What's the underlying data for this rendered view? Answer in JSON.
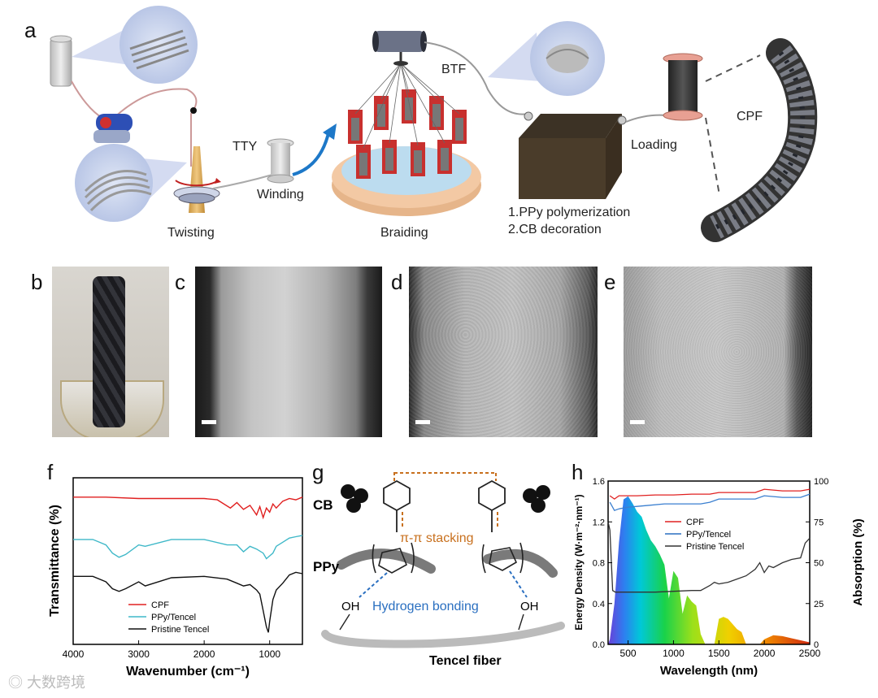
{
  "panel_labels": {
    "a": "a",
    "b": "b",
    "c": "c",
    "d": "d",
    "e": "e",
    "f": "f",
    "g": "g",
    "h": "h"
  },
  "panel_a": {
    "tty": "TTY",
    "winding": "Winding",
    "twisting": "Twisting",
    "braiding": "Braiding",
    "btf": "BTF",
    "loading": "Loading",
    "cpf": "CPF",
    "step1": "1.PPy polymerization",
    "step2": "2.CB decoration"
  },
  "panel_g": {
    "cb": "CB",
    "ppy": "PPy",
    "stacking": "π-π stacking",
    "hbond": "Hydrogen bonding",
    "oh1": "OH",
    "oh2": "OH",
    "fiber": "Tencel fiber"
  },
  "watermark": "大数跨境",
  "colors": {
    "cpf": "#e02020",
    "ppy_tencel": "#3fb8c8",
    "pristine": "#111111",
    "stack": "#c8701e",
    "hbond": "#2a6fc0"
  },
  "chart_data": [
    {
      "type": "line",
      "panel": "f",
      "xlabel": "Wavenumber (cm⁻¹)",
      "ylabel": "Transmittance (%)",
      "xlim": [
        4000,
        500
      ],
      "x_ticks": [
        "4000",
        "3000",
        "2000",
        "1000"
      ],
      "legend": [
        "CPF",
        "PPy/Tencel",
        "Pristine Tencel"
      ],
      "legend_position": "bottom-left",
      "series": [
        {
          "name": "CPF",
          "x": [
            4000,
            3500,
            3000,
            2500,
            2000,
            1800,
            1600,
            1500,
            1400,
            1300,
            1200,
            1150,
            1100,
            1050,
            1000,
            950,
            900,
            800,
            700,
            600,
            500
          ],
          "y": [
            0.93,
            0.93,
            0.92,
            0.92,
            0.92,
            0.91,
            0.85,
            0.89,
            0.84,
            0.87,
            0.8,
            0.86,
            0.78,
            0.85,
            0.82,
            0.88,
            0.85,
            0.9,
            0.92,
            0.91,
            0.93
          ]
        },
        {
          "name": "PPy/Tencel",
          "x": [
            4000,
            3700,
            3500,
            3400,
            3300,
            3200,
            3000,
            2900,
            2500,
            2000,
            1650,
            1500,
            1400,
            1300,
            1200,
            1100,
            1050,
            1000,
            950,
            900,
            800,
            700,
            600,
            500
          ],
          "y": [
            0.62,
            0.62,
            0.58,
            0.52,
            0.49,
            0.51,
            0.58,
            0.57,
            0.62,
            0.62,
            0.58,
            0.58,
            0.53,
            0.57,
            0.55,
            0.52,
            0.48,
            0.5,
            0.52,
            0.57,
            0.6,
            0.63,
            0.64,
            0.65
          ]
        },
        {
          "name": "Pristine Tencel",
          "x": [
            4000,
            3700,
            3500,
            3400,
            3300,
            3200,
            3000,
            2900,
            2500,
            2000,
            1650,
            1500,
            1400,
            1300,
            1200,
            1150,
            1100,
            1050,
            1020,
            1000,
            950,
            900,
            800,
            700,
            600,
            500
          ],
          "y": [
            0.35,
            0.35,
            0.31,
            0.26,
            0.24,
            0.26,
            0.31,
            0.28,
            0.34,
            0.35,
            0.33,
            0.3,
            0.28,
            0.29,
            0.25,
            0.22,
            0.1,
            -0.02,
            -0.06,
            0.02,
            0.18,
            0.25,
            0.3,
            0.36,
            0.38,
            0.37
          ]
        }
      ]
    },
    {
      "type": "area",
      "panel": "h",
      "xlabel": "Wavelength (nm)",
      "ylabel": "Energy Density (W·m⁻²·nm⁻¹)",
      "y2label": "Absorption (%)",
      "xlim": [
        280,
        2500
      ],
      "ylim": [
        0,
        1.6
      ],
      "y2lim": [
        0,
        100
      ],
      "x_ticks": [
        "500",
        "1000",
        "1500",
        "2000",
        "2500"
      ],
      "y_ticks": [
        "0.0",
        "0.4",
        "0.8",
        "1.2",
        "1.6"
      ],
      "y2_ticks": [
        "0",
        "25",
        "50",
        "75",
        "100"
      ],
      "legend": [
        "CPF",
        "PPy/Tencel",
        "Pristine Tencel"
      ],
      "legend_position": "center",
      "spectrum": {
        "x": [
          280,
          300,
          350,
          400,
          450,
          500,
          550,
          600,
          650,
          700,
          750,
          800,
          850,
          900,
          950,
          1000,
          1050,
          1100,
          1150,
          1200,
          1250,
          1300,
          1350,
          1400,
          1450,
          1500,
          1550,
          1600,
          1650,
          1700,
          1750,
          1800,
          1850,
          1900,
          1950,
          2000,
          2100,
          2200,
          2300,
          2400,
          2500
        ],
        "y": [
          0.0,
          0.05,
          0.4,
          1.0,
          1.42,
          1.45,
          1.38,
          1.3,
          1.25,
          1.12,
          1.02,
          0.96,
          0.88,
          0.78,
          0.45,
          0.72,
          0.65,
          0.3,
          0.48,
          0.42,
          0.38,
          0.1,
          0.0,
          0.0,
          0.0,
          0.25,
          0.27,
          0.25,
          0.2,
          0.15,
          0.12,
          0.0,
          0.0,
          0.0,
          0.0,
          0.05,
          0.09,
          0.08,
          0.06,
          0.04,
          0.02
        ]
      },
      "series": [
        {
          "name": "CPF",
          "x": [
            300,
            350,
            400,
            600,
            800,
            1000,
            1200,
            1400,
            1500,
            1700,
            1800,
            1900,
            2000,
            2200,
            2400,
            2500
          ],
          "y": [
            91,
            89,
            91,
            91,
            91.5,
            91.5,
            92,
            92,
            93,
            93,
            93,
            93,
            95,
            94,
            94,
            95
          ]
        },
        {
          "name": "PPy/Tencel",
          "x": [
            300,
            350,
            400,
            500,
            700,
            900,
            1100,
            1300,
            1400,
            1500,
            1700,
            1900,
            2000,
            2200,
            2400,
            2500
          ],
          "y": [
            87,
            82,
            83,
            84,
            85,
            86,
            86,
            86,
            87,
            89,
            89,
            89,
            91,
            90,
            90,
            92
          ]
        },
        {
          "name": "Pristine Tencel",
          "x": [
            280,
            300,
            330,
            360,
            400,
            600,
            800,
            1000,
            1200,
            1300,
            1400,
            1450,
            1500,
            1600,
            1700,
            1800,
            1900,
            1950,
            2000,
            2050,
            2100,
            2200,
            2300,
            2400,
            2450,
            2500
          ],
          "y": [
            75,
            70,
            33,
            32,
            32,
            32,
            32,
            32.5,
            33,
            33,
            36,
            38,
            37,
            38,
            40,
            42,
            46,
            50,
            44,
            48,
            47,
            50,
            52,
            53,
            62,
            65
          ]
        }
      ]
    }
  ]
}
